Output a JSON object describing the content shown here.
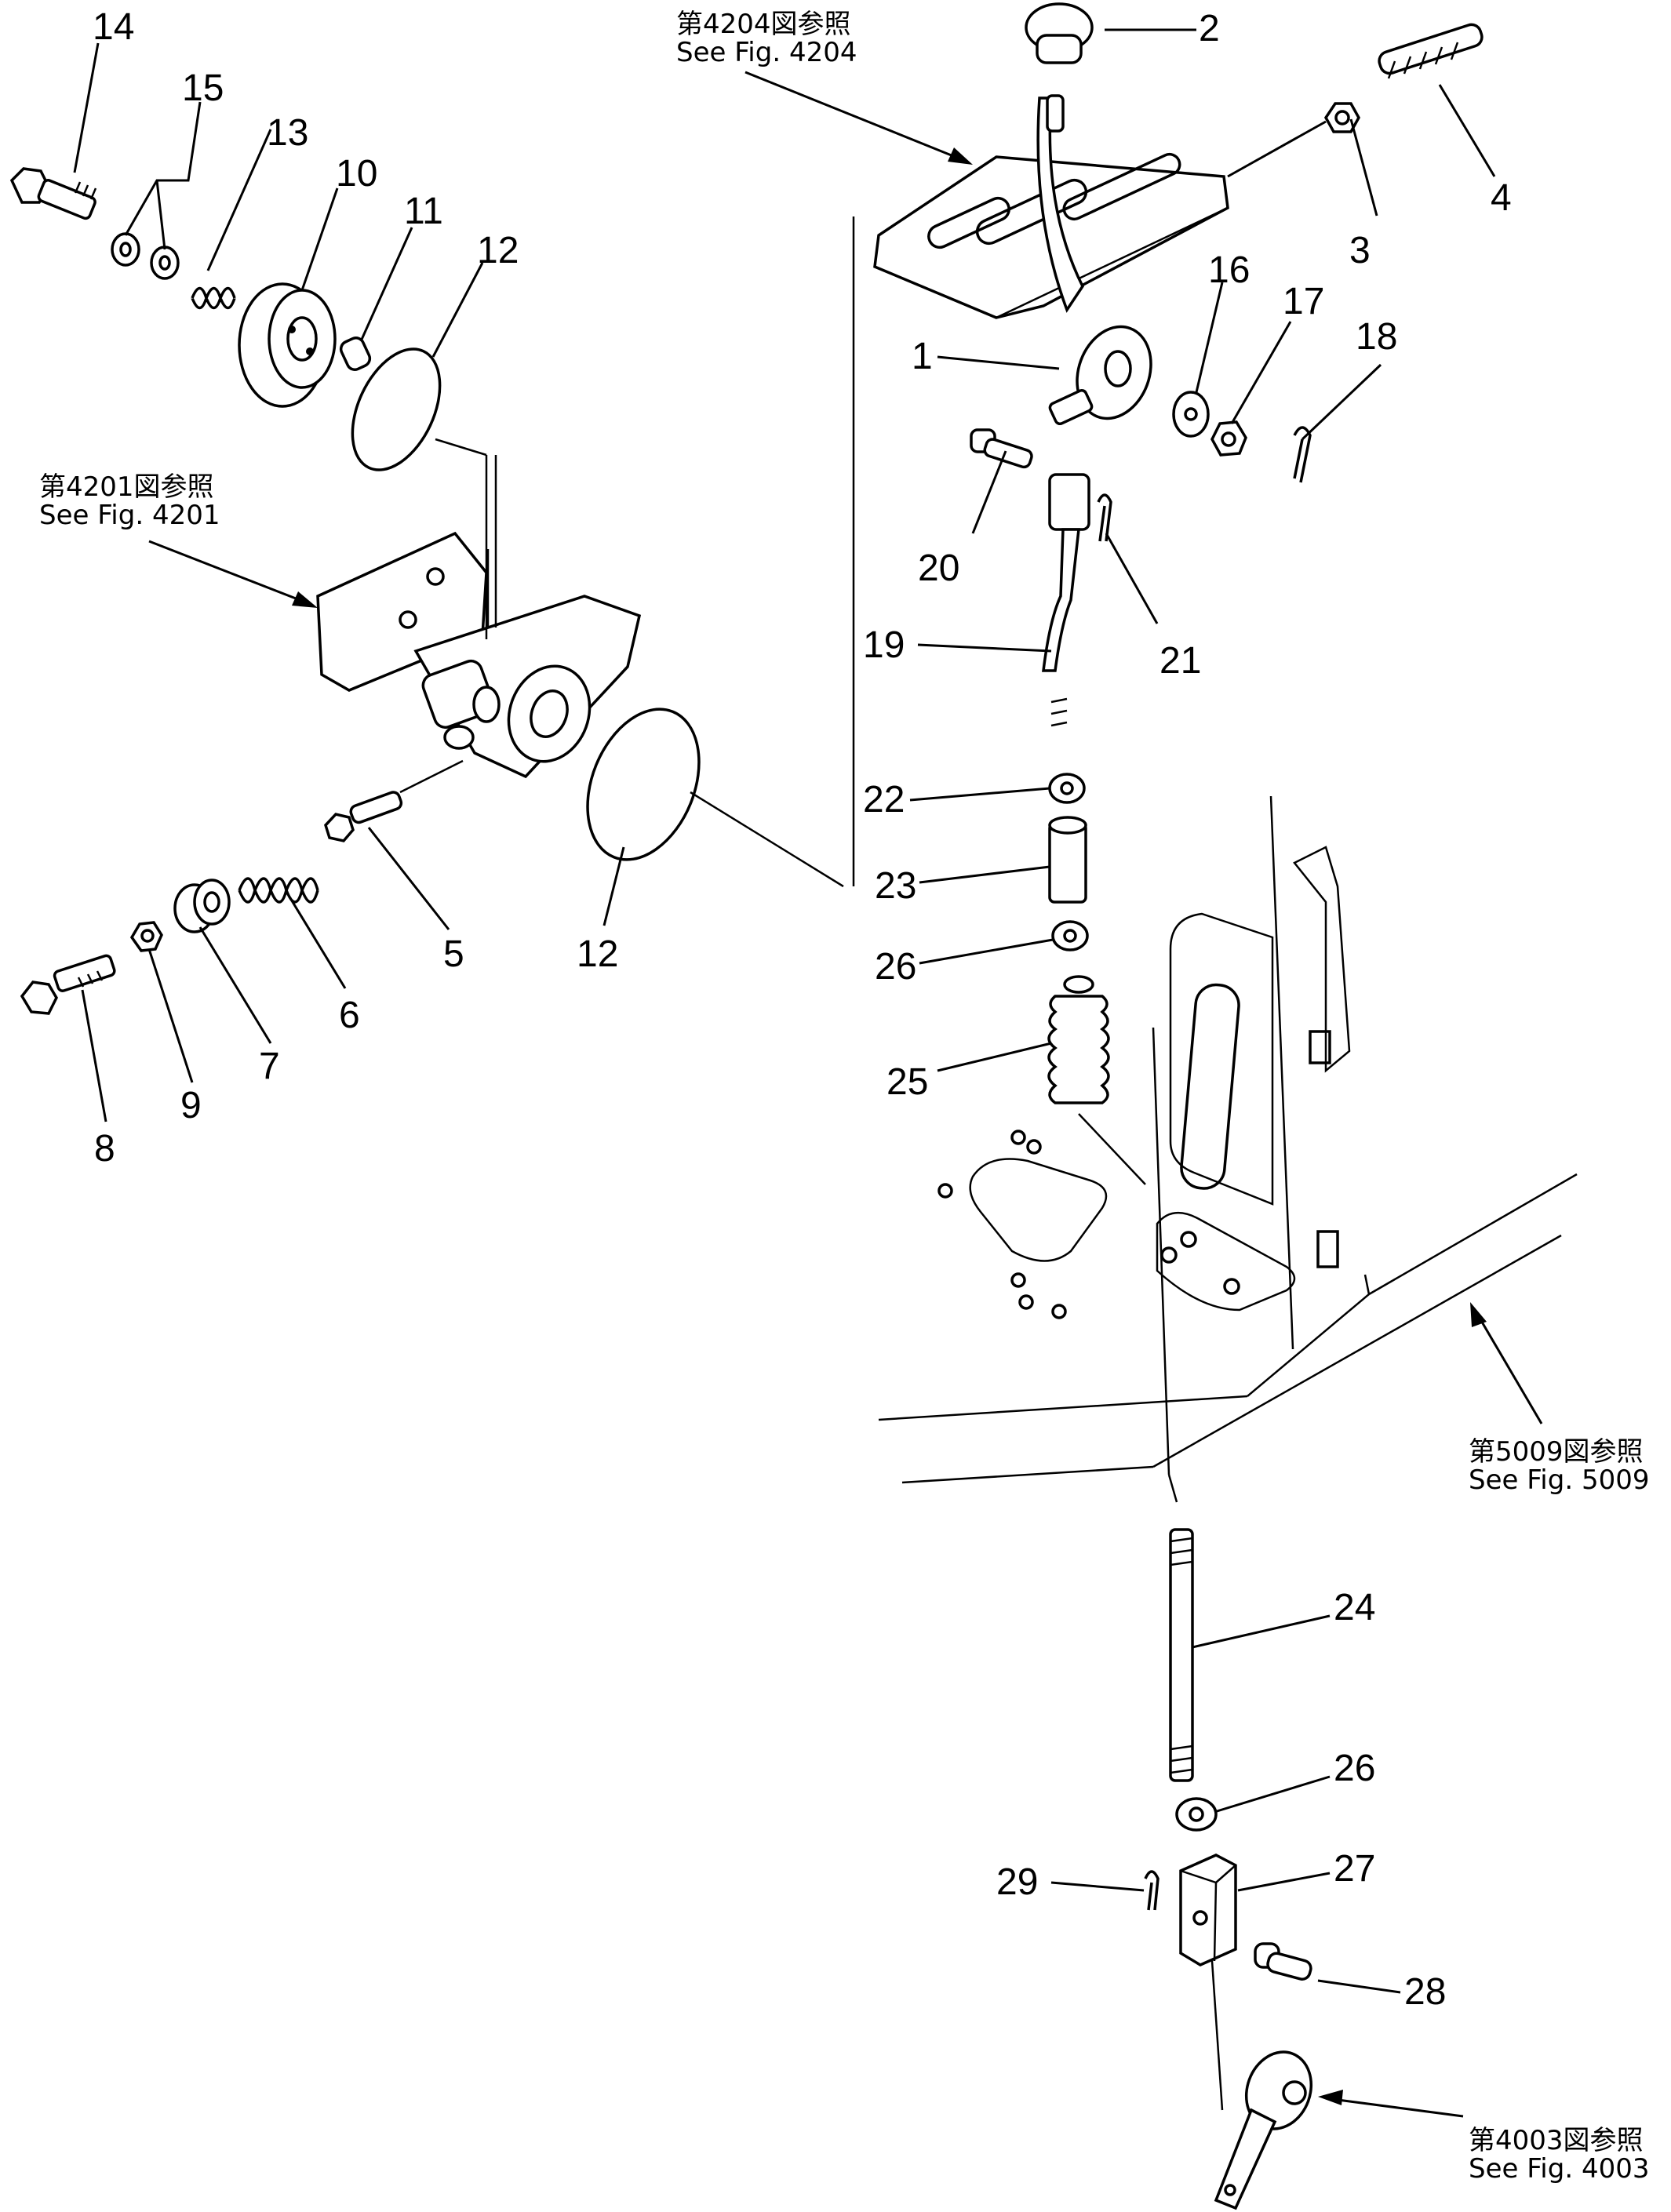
{
  "references": [
    {
      "id": "ref-4204",
      "jp": "第4204図参照",
      "en": "See  Fig. 4204"
    },
    {
      "id": "ref-4201",
      "jp": "第4201図参照",
      "en": "See  Fig. 4201"
    },
    {
      "id": "ref-5009",
      "jp": "第5009図参照",
      "en": "See  Fig. 5009"
    },
    {
      "id": "ref-4003",
      "jp": "第4003図参照",
      "en": "See  Fig. 4003"
    }
  ],
  "callouts": [
    {
      "key": "p14",
      "label": "14"
    },
    {
      "key": "p15",
      "label": "15"
    },
    {
      "key": "p13",
      "label": "13"
    },
    {
      "key": "p10",
      "label": "10"
    },
    {
      "key": "p11",
      "label": "11"
    },
    {
      "key": "p12a",
      "label": "12"
    },
    {
      "key": "p2",
      "label": "2"
    },
    {
      "key": "p4",
      "label": "4"
    },
    {
      "key": "p3",
      "label": "3"
    },
    {
      "key": "p16",
      "label": "16"
    },
    {
      "key": "p17",
      "label": "17"
    },
    {
      "key": "p18",
      "label": "18"
    },
    {
      "key": "p1",
      "label": "1"
    },
    {
      "key": "p20",
      "label": "20"
    },
    {
      "key": "p21",
      "label": "21"
    },
    {
      "key": "p19",
      "label": "19"
    },
    {
      "key": "p22",
      "label": "22"
    },
    {
      "key": "p23",
      "label": "23"
    },
    {
      "key": "p26a",
      "label": "26"
    },
    {
      "key": "p25",
      "label": "25"
    },
    {
      "key": "p5",
      "label": "5"
    },
    {
      "key": "p12b",
      "label": "12"
    },
    {
      "key": "p6",
      "label": "6"
    },
    {
      "key": "p7",
      "label": "7"
    },
    {
      "key": "p9",
      "label": "9"
    },
    {
      "key": "p8",
      "label": "8"
    },
    {
      "key": "p24",
      "label": "24"
    },
    {
      "key": "p26b",
      "label": "26"
    },
    {
      "key": "p27",
      "label": "27"
    },
    {
      "key": "p29",
      "label": "29"
    },
    {
      "key": "p28",
      "label": "28"
    }
  ]
}
